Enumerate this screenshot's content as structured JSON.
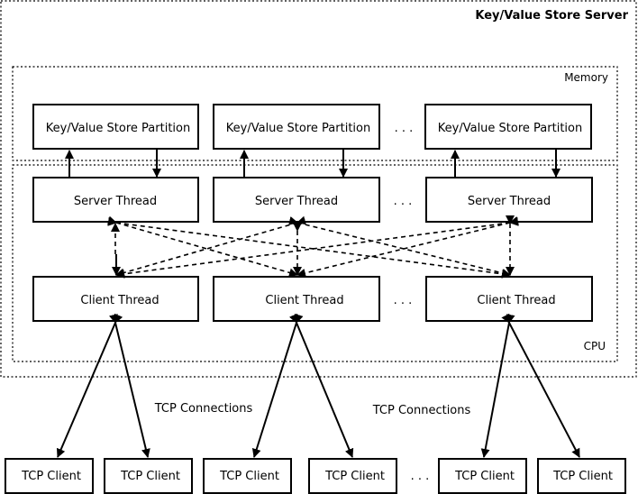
{
  "server": {
    "title": "Key/Value Store Server"
  },
  "regions": {
    "memory": "Memory",
    "cpu": "CPU"
  },
  "partitions": [
    "Key/Value Store Partition",
    "Key/Value Store Partition",
    "Key/Value Store Partition"
  ],
  "server_threads": [
    "Server Thread",
    "Server Thread",
    "Server Thread"
  ],
  "client_threads": [
    "Client Thread",
    "Client Thread",
    "Client Thread"
  ],
  "tcp_clients": [
    "TCP Client",
    "TCP Client",
    "TCP Client",
    "TCP Client",
    "TCP Client",
    "TCP Client"
  ],
  "connection_labels": [
    "TCP Connections",
    "TCP Connections"
  ],
  "ellipsis": ". . ."
}
